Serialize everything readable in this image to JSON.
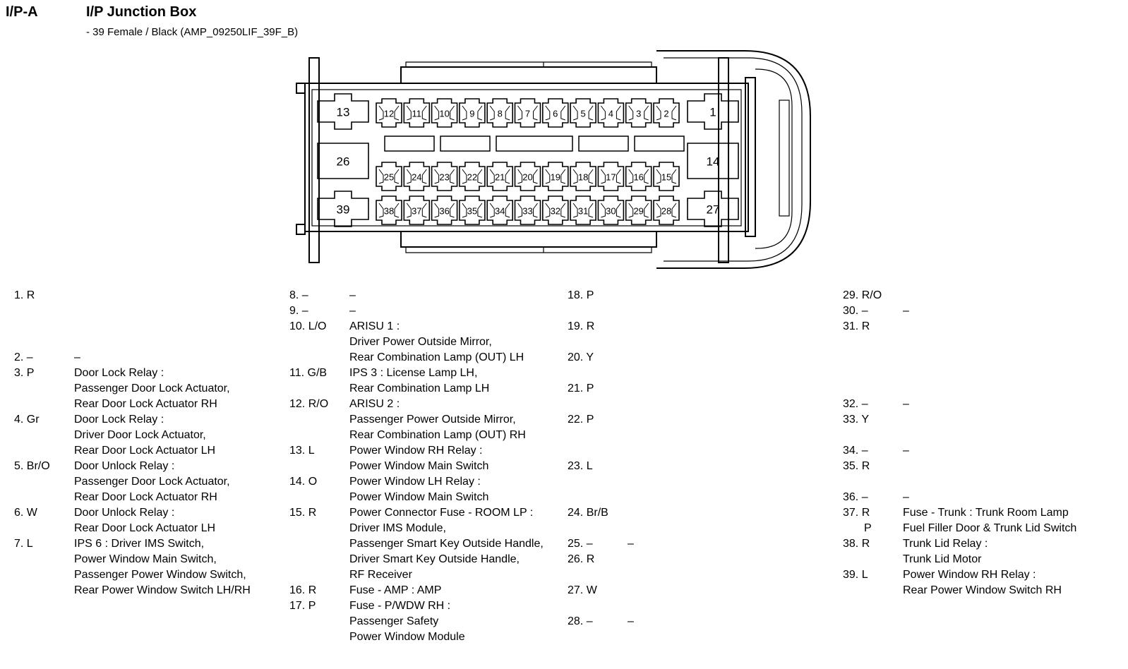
{
  "header": {
    "code": "I/P-A",
    "title": "I/P Junction Box",
    "subtitle": "- 39 Female / Black (AMP_09250LIF_39F_B)"
  },
  "connector": {
    "pin_labels": [
      "1",
      "2",
      "3",
      "4",
      "5",
      "6",
      "7",
      "8",
      "9",
      "10",
      "11",
      "12",
      "13",
      "14",
      "15",
      "16",
      "17",
      "18",
      "19",
      "20",
      "21",
      "22",
      "23",
      "24",
      "25",
      "26",
      "27",
      "28",
      "29",
      "30",
      "31",
      "32",
      "33",
      "34",
      "35",
      "36",
      "37",
      "38",
      "39"
    ]
  },
  "pins": [
    {
      "label": "1. R",
      "desc": []
    },
    {
      "label": "2. –",
      "desc": [
        "–"
      ]
    },
    {
      "label": "3. P",
      "desc": [
        "Door Lock Relay :",
        "Passenger Door Lock Actuator,",
        "Rear Door Lock Actuator RH"
      ]
    },
    {
      "label": "4. Gr",
      "desc": [
        "Door Lock Relay :",
        "Driver Door Lock Actuator,",
        "Rear Door Lock Actuator LH"
      ]
    },
    {
      "label": "5. Br/O",
      "desc": [
        "Door Unlock Relay :",
        "Passenger Door Lock Actuator,",
        "Rear Door Lock Actuator RH"
      ]
    },
    {
      "label": "6. W",
      "desc": [
        "Door Unlock Relay :",
        "Rear Door Lock Actuator LH"
      ]
    },
    {
      "label": "7. L",
      "desc": [
        "IPS 6 : Driver IMS Switch,",
        "Power Window Main Switch,",
        "Passenger Power Window Switch,",
        "Rear Power Window Switch LH/RH"
      ]
    },
    {
      "label": "8. –",
      "desc": [
        "–"
      ]
    },
    {
      "label": "9. –",
      "desc": [
        "–"
      ]
    },
    {
      "label": "10. L/O",
      "desc": [
        "ARISU 1 :",
        "Driver Power Outside Mirror,",
        "Rear Combination Lamp (OUT) LH"
      ]
    },
    {
      "label": "11. G/B",
      "desc": [
        "IPS 3 : License Lamp LH,",
        "Rear Combination Lamp LH"
      ]
    },
    {
      "label": "12. R/O",
      "desc": [
        "ARISU 2 :",
        "Passenger Power Outside Mirror,",
        "Rear Combination Lamp (OUT) RH"
      ]
    },
    {
      "label": "13. L",
      "desc": [
        "Power Window RH Relay :",
        "Power Window Main Switch"
      ]
    },
    {
      "label": "14. O",
      "desc": [
        "Power Window LH Relay :",
        "Power Window Main Switch"
      ]
    },
    {
      "label": "15. R",
      "desc": [
        "Power Connector Fuse - ROOM LP :",
        "Driver IMS Module,",
        "Passenger Smart Key Outside Handle,",
        "Driver Smart Key Outside Handle,",
        "RF Receiver"
      ]
    },
    {
      "label": "16. R",
      "desc": [
        "Fuse - AMP : AMP"
      ]
    },
    {
      "label": "17. P",
      "desc": [
        "Fuse - P/WDW RH :",
        "Passenger Safety",
        "Power Window Module"
      ]
    },
    {
      "label": "18. P",
      "desc": []
    },
    {
      "label": "19. R",
      "desc": []
    },
    {
      "label": "20. Y",
      "desc": []
    },
    {
      "label": "21. P",
      "desc": []
    },
    {
      "label": "22. P",
      "desc": []
    },
    {
      "label": "23. L",
      "desc": []
    },
    {
      "label": "24. Br/B",
      "desc": []
    },
    {
      "label": "25. –",
      "desc": [
        "–"
      ]
    },
    {
      "label": "26. R",
      "desc": []
    },
    {
      "label": "27. W",
      "desc": []
    },
    {
      "label": "28. –",
      "desc": [
        "–"
      ]
    },
    {
      "label": "29. R/O",
      "desc": []
    },
    {
      "label": "30. –",
      "desc": [
        "–"
      ]
    },
    {
      "label": "31. R",
      "desc": []
    },
    {
      "label": "32. –",
      "desc": [
        "–"
      ]
    },
    {
      "label": "33. Y",
      "desc": []
    },
    {
      "label": "34. –",
      "desc": [
        "–"
      ]
    },
    {
      "label": "35. R",
      "desc": []
    },
    {
      "label": "36. –",
      "desc": [
        "–"
      ]
    },
    {
      "label": "37. R",
      "desc": [
        "Fuse - Trunk : Trunk Room Lamp"
      ]
    },
    {
      "label": "P",
      "desc": [
        "Fuel Filler Door & Trunk Lid Switch"
      ]
    },
    {
      "label": "38. R",
      "desc": [
        "Trunk Lid Relay :",
        "Trunk Lid Motor"
      ]
    },
    {
      "label": "39. L",
      "desc": [
        "Power Window RH Relay :",
        "Rear Power Window Switch RH"
      ]
    }
  ]
}
